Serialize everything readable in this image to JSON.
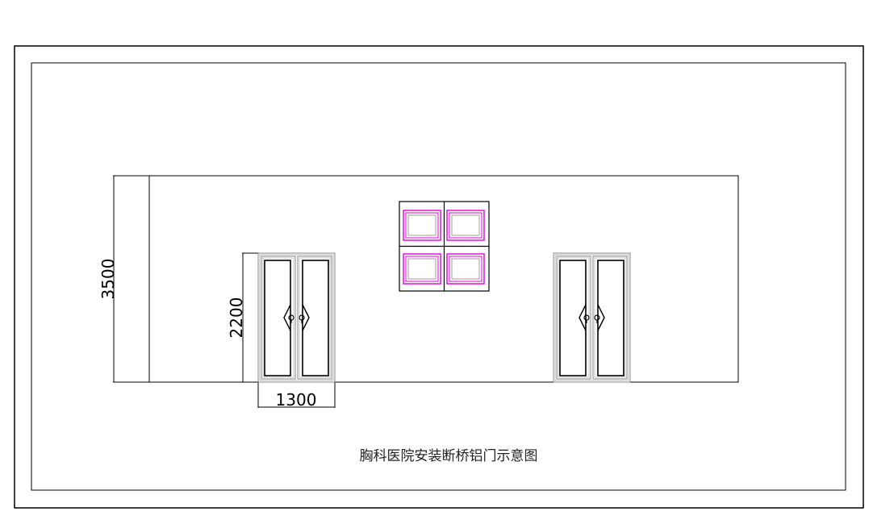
{
  "drawing": {
    "title": "胸科医院安装断桥铝门示意图",
    "dimensions": {
      "wall_height": "3500",
      "door_height": "2200",
      "door_width": "1300"
    },
    "colors": {
      "line": "#000000",
      "door_frame": "#888888",
      "window_accent": "#e000e0",
      "background": "#ffffff"
    },
    "elements": {
      "doors": 2,
      "window_panes": 4
    }
  }
}
